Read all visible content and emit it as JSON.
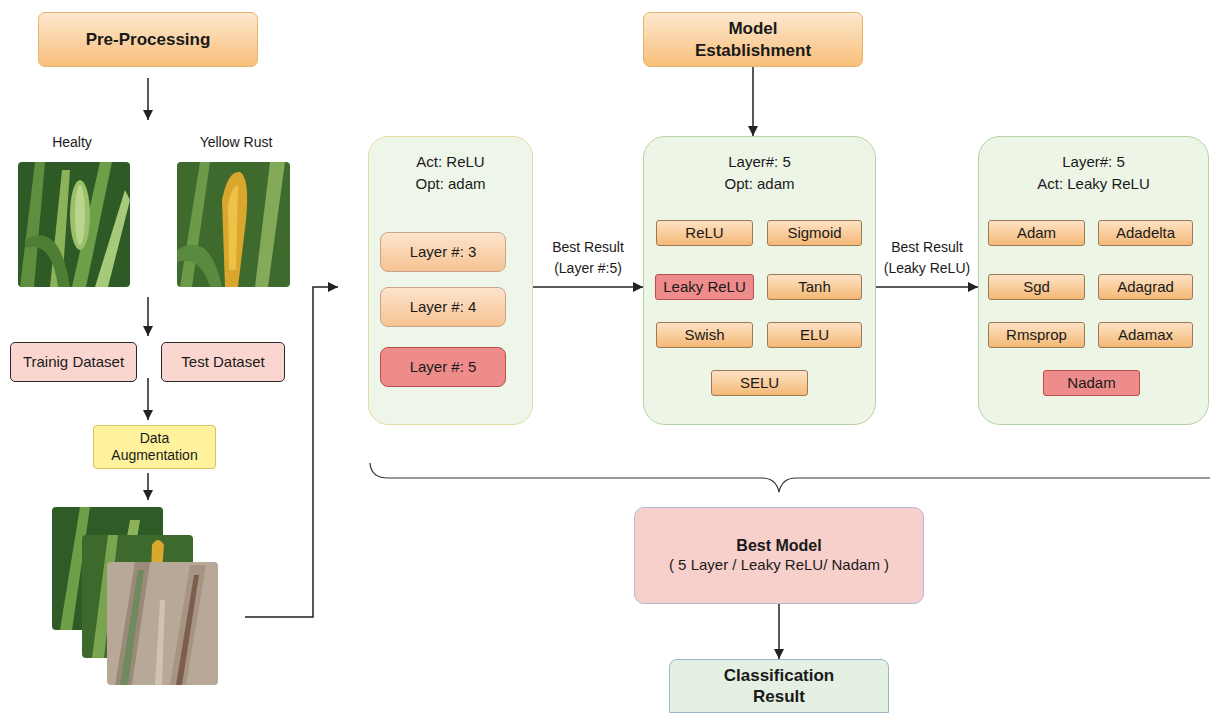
{
  "diagram": {
    "nodes": [
      {
        "text": [
          "Pre-Processing"
        ]
      },
      {
        "text": [
          "Trainig Dataset"
        ]
      },
      {
        "text": [
          "Test Dataset"
        ]
      },
      {
        "text": [
          "Data Augmentation"
        ]
      },
      {
        "text": [
          "Model Establishment"
        ]
      },
      {
        "text": [
          "Act: ReLU",
          "Opt: adam"
        ]
      },
      {
        "text": [
          "Layer #: 3"
        ],
        "in": 5
      },
      {
        "text": [
          "Layer #: 4"
        ],
        "in": 5
      },
      {
        "text": [
          "Layer #: 5"
        ],
        "in": 5
      },
      {
        "text": [
          "Layer#: 5",
          "Opt: adam"
        ]
      },
      {
        "text": [
          "ReLU"
        ],
        "in": 9
      },
      {
        "text": [
          "Sigmoid"
        ],
        "in": 9
      },
      {
        "text": [
          "Leaky ReLU"
        ],
        "in": 9
      },
      {
        "text": [
          "Tanh"
        ],
        "in": 9
      },
      {
        "text": [
          "Swish"
        ],
        "in": 9
      },
      {
        "text": [
          "ELU"
        ],
        "in": 9
      },
      {
        "text": [
          "SELU"
        ],
        "in": 9
      },
      {
        "text": [
          "Layer#: 5",
          "Act: Leaky ReLU"
        ]
      },
      {
        "text": [
          "Adam"
        ],
        "in": 17
      },
      {
        "text": [
          "Adadelta"
        ],
        "in": 17
      },
      {
        "text": [
          "Sgd"
        ],
        "in": 17
      },
      {
        "text": [
          "Adagrad"
        ],
        "in": 17
      },
      {
        "text": [
          "Rmsprop"
        ],
        "in": 17
      },
      {
        "text": [
          "Adamax"
        ],
        "in": 17
      },
      {
        "text": [
          "Nadam"
        ],
        "in": 17
      },
      {
        "text": [
          "Best Model",
          "( 5 Layer / Leaky ReLU/ Nadam )"
        ]
      },
      {
        "text": [
          "Classification Result"
        ]
      }
    ],
    "edges": [
      {
        "from": 4,
        "to": 9,
        "arrow": "to"
      },
      {
        "from": 5,
        "to": 9,
        "label": "Best Result (Layer #:5)",
        "arrow": "to"
      },
      {
        "from": 9,
        "to": 17,
        "label": "Best Result (Leaky ReLU)",
        "arrow": "to"
      },
      {
        "from": 25,
        "to": 26,
        "arrow": "to"
      }
    ],
    "labels": [
      "Healty",
      "Yellow Rust"
    ]
  }
}
